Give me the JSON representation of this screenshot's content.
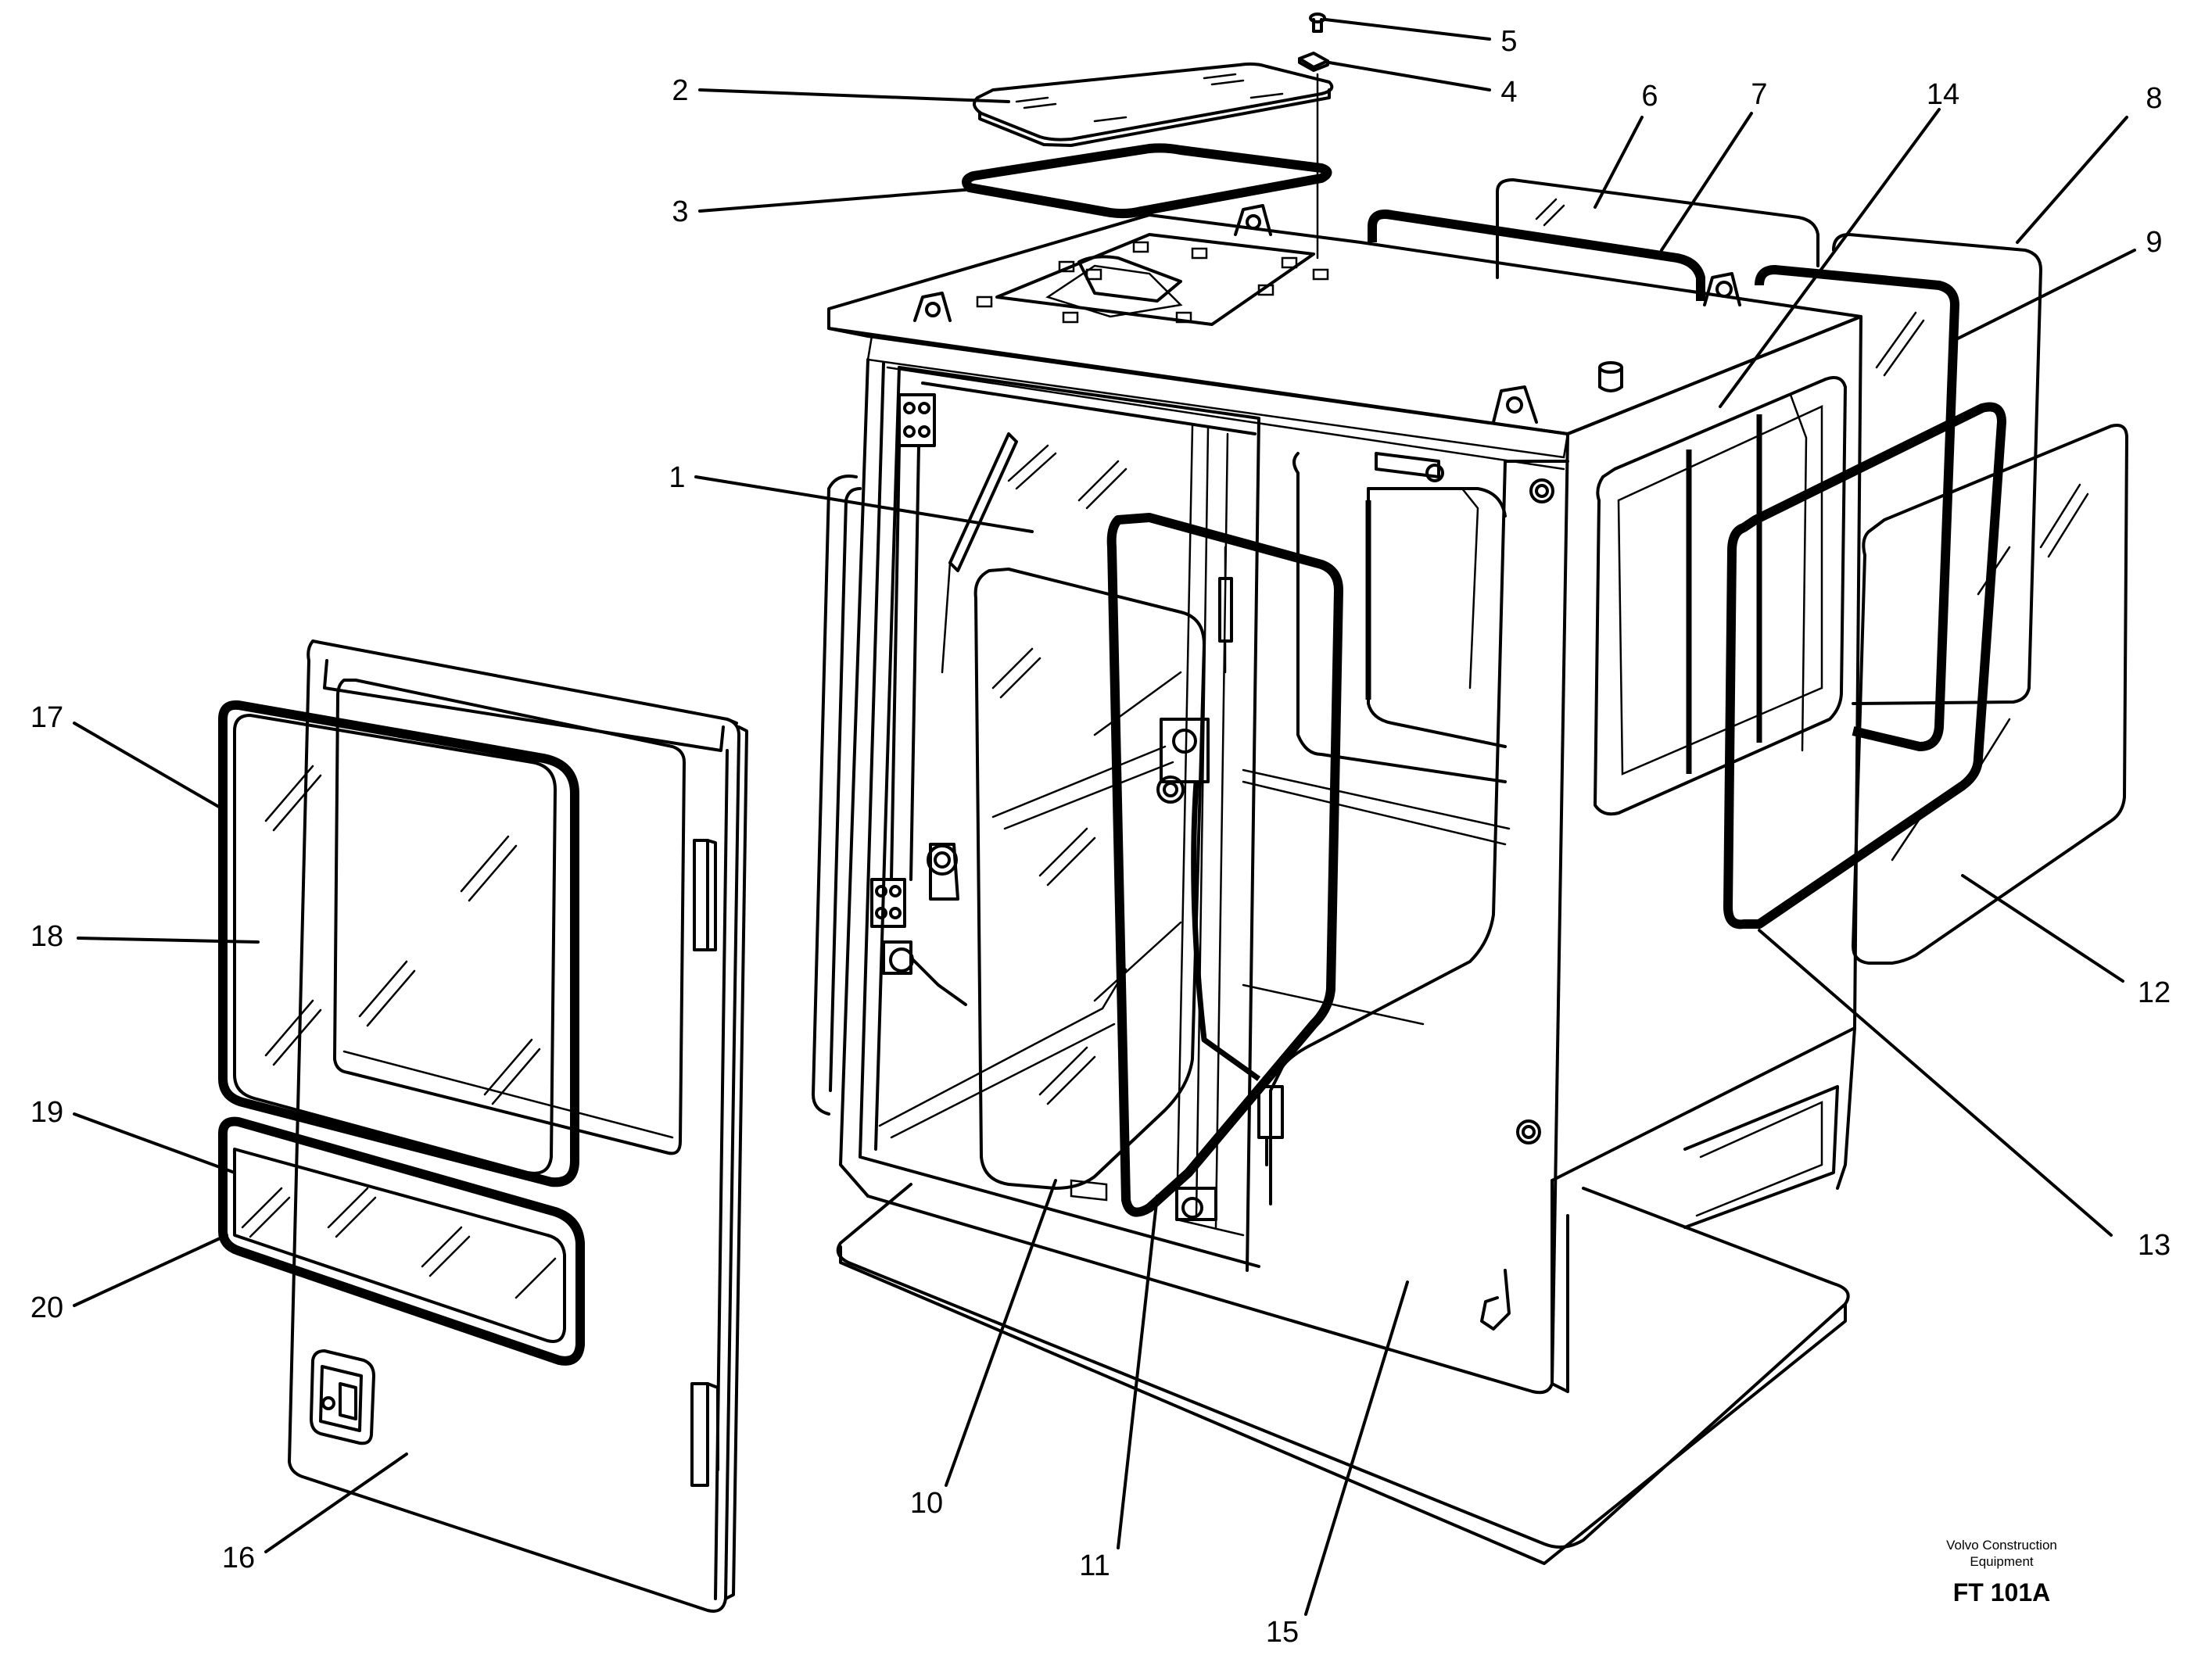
{
  "diagram": {
    "parts": [
      {
        "id": "1",
        "label": "1"
      },
      {
        "id": "2",
        "label": "2"
      },
      {
        "id": "3",
        "label": "3"
      },
      {
        "id": "4",
        "label": "4"
      },
      {
        "id": "5",
        "label": "5"
      },
      {
        "id": "6",
        "label": "6"
      },
      {
        "id": "7",
        "label": "7"
      },
      {
        "id": "8",
        "label": "8"
      },
      {
        "id": "9",
        "label": "9"
      },
      {
        "id": "10",
        "label": "10"
      },
      {
        "id": "11",
        "label": "11"
      },
      {
        "id": "12",
        "label": "12"
      },
      {
        "id": "13",
        "label": "13"
      },
      {
        "id": "14",
        "label": "14"
      },
      {
        "id": "15",
        "label": "15"
      },
      {
        "id": "16",
        "label": "16"
      },
      {
        "id": "17",
        "label": "17"
      },
      {
        "id": "18",
        "label": "18"
      },
      {
        "id": "19",
        "label": "19"
      },
      {
        "id": "20",
        "label": "20"
      }
    ],
    "brand_line1": "Volvo Construction",
    "brand_line2": "Equipment",
    "drawing_code": "FT 101A"
  }
}
